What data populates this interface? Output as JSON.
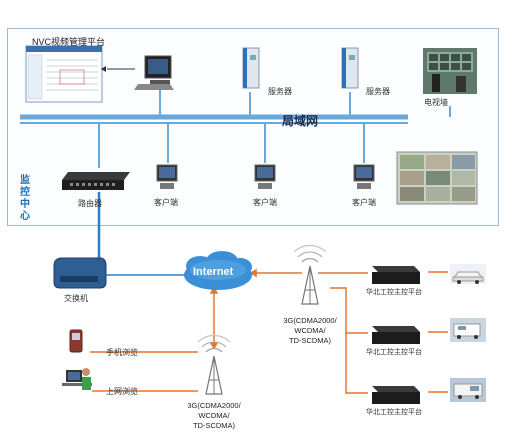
{
  "diagram": {
    "platform_title": "NVC视频管理平台",
    "lan_label": "局域网",
    "center_label": "监控中心",
    "server_label": "服务器",
    "tvwall_label": "电视墙",
    "router_label": "路由器",
    "client_label": "客户端",
    "switch_label": "交换机",
    "internet_label": "Internet",
    "tower_label_line1": "3G(CDMA2000/",
    "tower_label_line2": "WCDMA/",
    "tower_label_line3": "TD-SCDMA)",
    "mobile_label": "手机浏览",
    "web_label": "上网浏览",
    "dvr_label": "华北工控主控平台",
    "colors": {
      "lan_line": "#6aa8d8",
      "link_orange": "#e8742a",
      "link_blue": "#2f7fc4",
      "frame_border": "#9fb8cf",
      "center_label": "#1f6fb8"
    }
  }
}
